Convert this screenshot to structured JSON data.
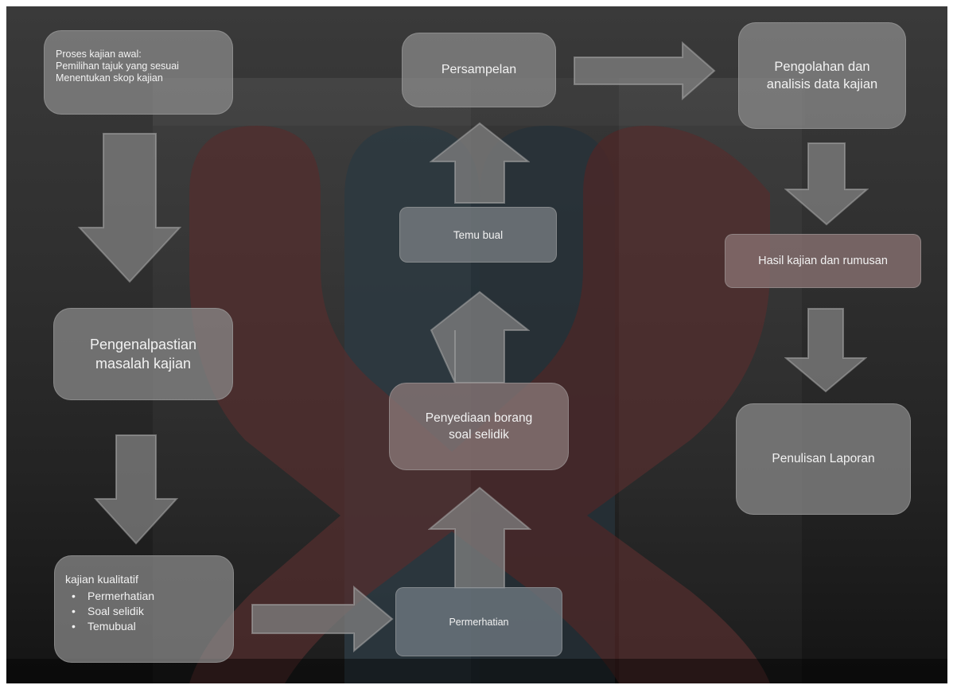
{
  "diagram": {
    "box_initial": {
      "lines": [
        "Proses kajian awal:",
        "Pemilihan tajuk yang sesuai",
        "Menentukan skop kajian"
      ]
    },
    "box_identify": {
      "text": "Pengenalpastian\nmasalah kajian"
    },
    "box_qualitative": {
      "heading": "kajian kualitatif",
      "bullets": [
        "Permerhatian",
        "Soal selidik",
        "Temubual"
      ],
      "bullet_char": "•"
    },
    "box_observation": {
      "text": "Permerhatian"
    },
    "box_questionnaire": {
      "text": "Penyediaan borang\nsoal selidik"
    },
    "box_interview": {
      "text": "Temu bual"
    },
    "box_sampling": {
      "text": "Persampelan"
    },
    "box_processing": {
      "text": "Pengolahan dan\nanalisis data kajian"
    },
    "box_results": {
      "text": "Hasil kajian dan rumusan"
    },
    "box_report": {
      "text": "Penulisan Laporan"
    }
  },
  "colors": {
    "box_fill": "#8c8c8c",
    "arrow_fill": "#7d7d7d",
    "arrow_stroke": "#a3a3a3",
    "text": "#f2f2f2",
    "background_dark": "#141414",
    "watermark_red": "#5a2a2a",
    "watermark_blue": "#26323b"
  }
}
